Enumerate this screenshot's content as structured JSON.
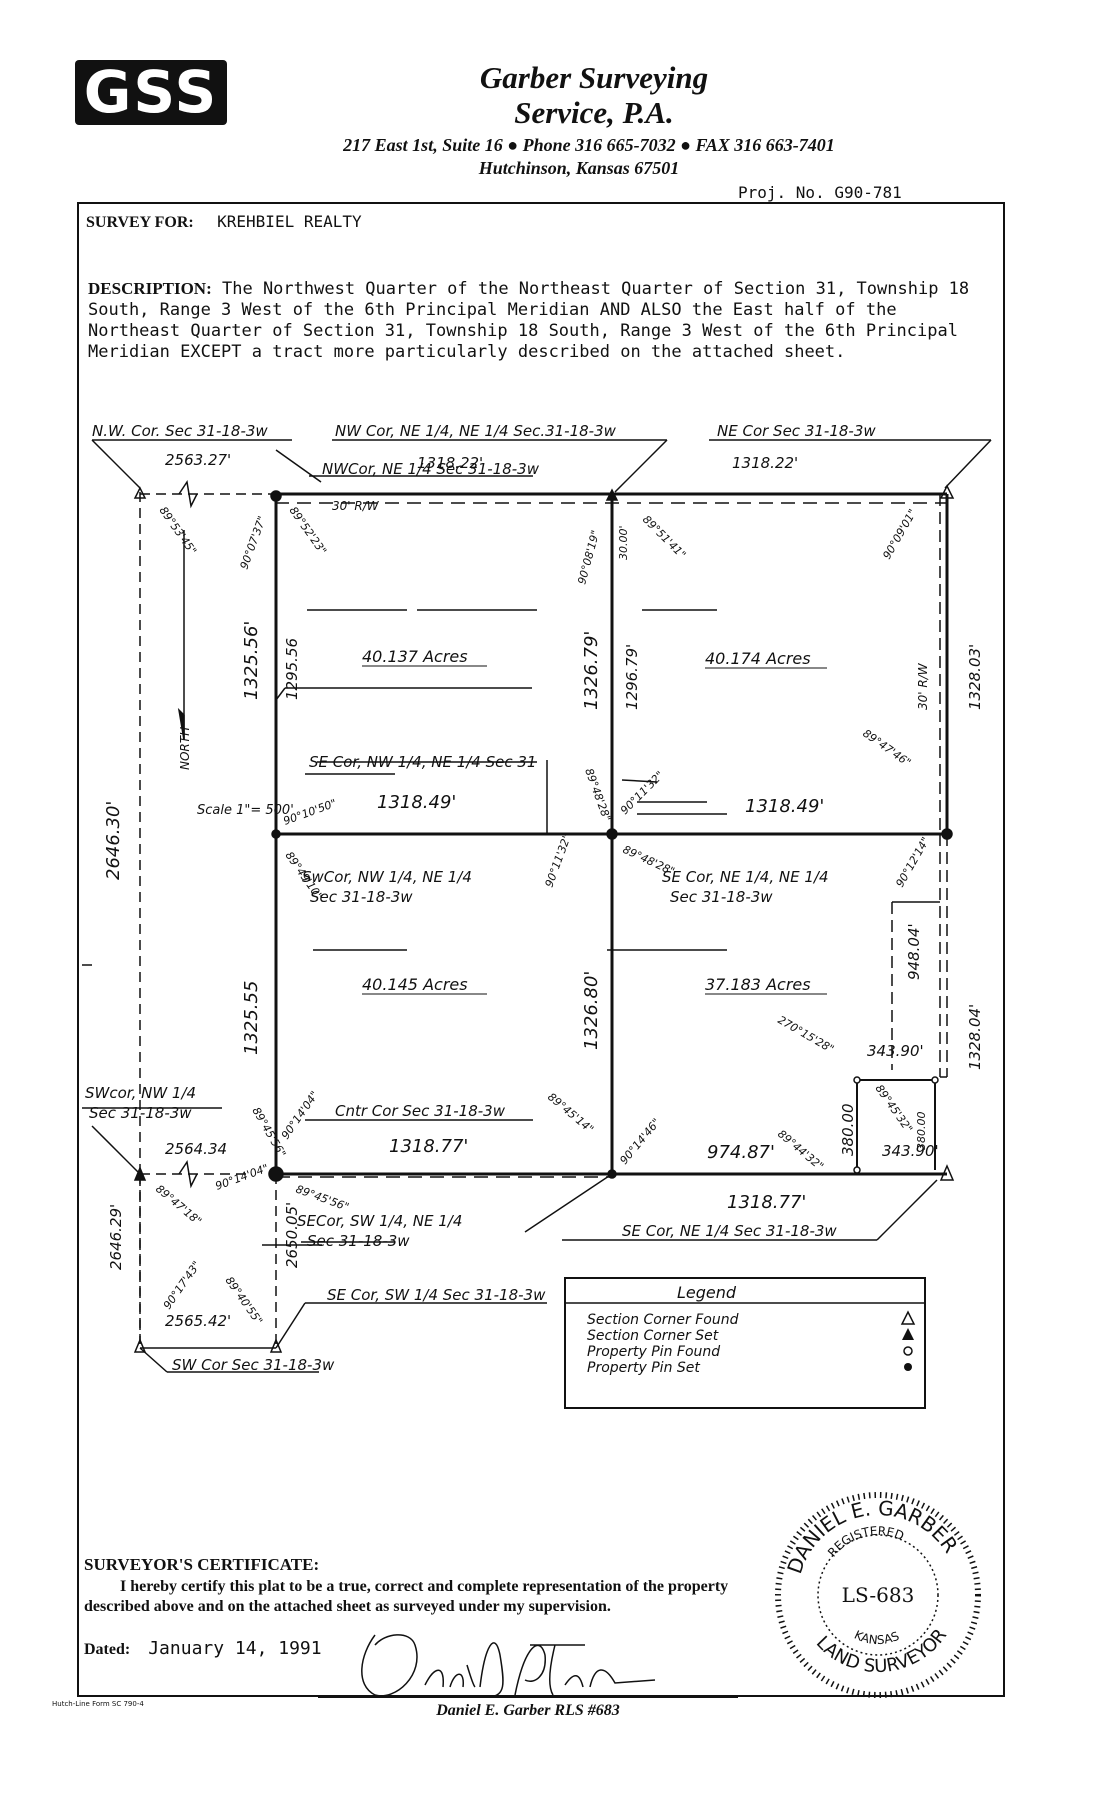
{
  "header": {
    "logo_text": "GSS",
    "company_line1": "Garber Surveying",
    "company_line2": "Service, P.A.",
    "contact": "217 East 1st, Suite 16 ● Phone 316 665-7032 ● FAX 316 663-7401",
    "city": "Hutchinson, Kansas 67501",
    "project_no": "Proj. No. G90-781"
  },
  "survey_for": {
    "label": "SURVEY FOR:",
    "value": "KREHBIEL REALTY"
  },
  "description": {
    "label": "DESCRIPTION:",
    "text": "The Northwest Quarter of the Northeast Quarter of Section 31, Township 18 South, Range 3 West of the 6th Principal Meridian AND ALSO the East half of the Northeast Quarter of Section 31, Township 18 South, Range 3 West of the 6th Principal Meridian EXCEPT a tract more particularly described on the attached sheet."
  },
  "plat": {
    "corners": {
      "nw_sec": "N.W. Cor. Sec 31-18-3w",
      "nw_ne": "NW Cor, NE 1/4, NE 1/4 Sec.31-18-3w",
      "ne_sec": "NE Cor Sec 31-18-3w",
      "nw_ne_inner": "NWCor, NE 1/4 Sec 31-18-3w",
      "se_nw_ne": "SE Cor, NW 1/4, NE 1/4 Sec 31",
      "sw_nw_ne_1": "SwCor, NW 1/4, NE 1/4",
      "sw_nw_ne_2": "Sec 31-18-3w",
      "se_ne_ne_1": "SE Cor, NE 1/4, NE 1/4",
      "se_ne_ne_2": "Sec 31-18-3w",
      "sw_nw_1": "SWcor, NW 1/4",
      "sw_nw_2": "Sec 31-18-3w",
      "cntr": "Cntr Cor Sec 31-18-3w",
      "se_sw_ne_1": "SECor, SW 1/4, NE 1/4",
      "se_sw_ne_2": "Sec 31-18-3w",
      "se_sw": "SE Cor, SW 1/4 Sec 31-18-3w",
      "se_ne": "SE Cor, NE 1/4 Sec 31-18-3w",
      "sw_sec": "SW Cor Sec 31-18-3w"
    },
    "distances": {
      "d2563": "2563.27'",
      "d1318_22a": "1318.22'",
      "d1318_22b": "1318.22'",
      "d1318_49a": "1318.49'",
      "d1318_49b": "1318.49'",
      "d1318_77a": "1318.77'",
      "d1318_77b": "1318.77'",
      "d2564": "2564.34",
      "d2565": "2565.42'",
      "d2646": "2646.30'",
      "d2646b": "2646.29'",
      "d1325_56": "1325.56'",
      "d1295_56": "1295.56",
      "d1326_79": "1326.79'",
      "d1296_79": "1296.79'",
      "d1328_03": "1328.03'",
      "d1325_55": "1325.55",
      "d1326_80": "1326.80'",
      "d1328_04": "1328.04'",
      "d2650": "2650.05'",
      "d974": "974.87'",
      "d948": "948.04'",
      "d343a": "343.90'",
      "d343b": "343.90'",
      "d380a": "380.00",
      "d380b": "380.00",
      "row_30": "30' R/W",
      "row_30e": "30' R/W",
      "d30": "30.00'"
    },
    "angles": {
      "a1": "89°53'45\"",
      "a2": "90°07'37\"",
      "a3": "89°52'23\"",
      "a4": "90°08'19\"",
      "a5": "89°51'41\"",
      "a6": "90°09'01\"",
      "a7": "90°10'50\"",
      "a8": "89°48'28\"",
      "a9": "90°11'32\"",
      "a10": "89°47'46\"",
      "a11": "89°49'10\"",
      "a12": "90°11'32\"",
      "a13": "89°48'28\"",
      "a14": "90°12'14\"",
      "a15": "270°15'28\"",
      "a16": "90°14'04\"",
      "a17": "89°45'56\"",
      "a18": "89°45'14\"",
      "a19": "90°14'46\"",
      "a20": "89°44'32\"",
      "a21": "89°47'18\"",
      "a22": "90°17'43\"",
      "a23": "89°40'55\"",
      "a24": "90°14'04\"",
      "a25": "89°45'56\"",
      "a26": "89°45'32\""
    },
    "areas": {
      "nw": "40.137 Acres",
      "ne": "40.174 Acres",
      "sw": "40.145 Acres",
      "se": "37.183 Acres"
    },
    "north": "NORTH",
    "scale": "Scale 1\"= 500'",
    "legend": {
      "title": "Legend",
      "items": [
        {
          "label": "Section Corner Found",
          "symbol": "triangle-open"
        },
        {
          "label": "Section Corner Set",
          "symbol": "triangle-filled"
        },
        {
          "label": "Property Pin Found",
          "symbol": "circle-open"
        },
        {
          "label": "Property Pin Set",
          "symbol": "circle-filled"
        }
      ]
    }
  },
  "certificate": {
    "title": "SURVEYOR'S CERTIFICATE:",
    "body": "I hereby certify this plat to be a true, correct and complete representation of the property described above and on the attached sheet as surveyed under my supervision.",
    "dated_label": "Dated:",
    "dated_value": "January 14, 1991",
    "signer": "Daniel E. Garber RLS #683"
  },
  "seal": {
    "top_text": "DANIEL E. GARBER",
    "registered": "REGISTERED",
    "license": "LS-683",
    "state": "KANSAS",
    "bottom_text": "LAND SURVEYOR"
  },
  "form_no": "Hutch-Line Form SC 790-4"
}
